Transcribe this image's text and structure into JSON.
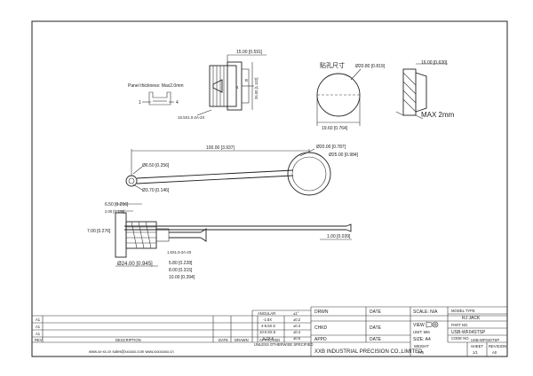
{
  "drawing": {
    "panel_note": "Panel thickness: Max2.0mm",
    "pin_left": "1",
    "pin_right": "4",
    "thread_label": "1S.5X1.0-2A-2X",
    "dim_top_width": "15.00 [0.591]",
    "dim_side_height": "26.00 [1.102]",
    "side_small": "B",
    "side_small2": "4",
    "cutout_title": "贴孔尺寸",
    "cutout_dia": "Ø20.80 [0.819]",
    "cutout_width": "19.60 [0.764]",
    "cutout_right_dim": "16.00 [0.630]",
    "max_label": "MAX 2mm",
    "cap_length": "100.00 [3.937]",
    "ring_inner": "Ø20.00 [0.787]",
    "ring_outer": "Ø25.00 [0.984]",
    "hole_big": "Ø6.50 [0.256]",
    "hole_small": "Ø3.70 [0.146]",
    "dim_6_50": "6.50 [0.256]",
    "dim_2_00": "2.00 [0.138]",
    "dim_7_00": "7.00 [0.276]",
    "dim_24": "Ø24.00 [0.945]",
    "dim_5_80": "5.80 [0.228]",
    "dim_8_00": "8.00 [0.315]",
    "dim_10_00": "10.00 [0.394]",
    "dim_1_00": "1.00 [0.039]",
    "small_tag": "1.5X1.0-2A-2X"
  },
  "title_block": {
    "drawn": "DRWN",
    "date_label": "DATE",
    "scale": "SCALE: N/A",
    "model_type": "MODEL TYPE",
    "model_value": "RJ JACK",
    "chkd": "CHKD",
    "view": "VIEW",
    "part_no_label": "PART NO.",
    "part_no": "USB-WF04STSP",
    "appd": "APPD",
    "unit": "UNIT: MM",
    "size": "SIZE: A4",
    "code_label": "CODE NO.",
    "code_no": "USB-WF04STSP",
    "company": "XXB INDUSTRIAL PRECISION CO.,LIMITED",
    "weight": "WEIGHT",
    "sheet": "SHEET",
    "revision": "REVISION",
    "weight_val": "775",
    "sheet_val": "1/1",
    "revision_val": "A0",
    "angular": "ANGULAR",
    "ang_val": "±1°",
    "tol1": "-1.5X",
    "tol1v": "±0.2",
    "tol2": "4-5.5X.5",
    "tol2v": "±0.3",
    "tol3": "10-0.5X.5",
    "tol3v": "±0.4",
    "tol4": "5.7X.5",
    "tol4v": "±0.5",
    "unless": "UNLESS OTHERWISE SPECIFIED",
    "rev_rows": [
      "A1",
      "A1",
      "A1"
    ],
    "rev_headers": [
      "REV",
      "DESCRIPTION",
      "DATE",
      "DRAWN",
      "APPROVED"
    ],
    "footer_left": "www.xx-xx.cn   sales@xxxxxx.com   www.xxxxxxxx.cn"
  }
}
